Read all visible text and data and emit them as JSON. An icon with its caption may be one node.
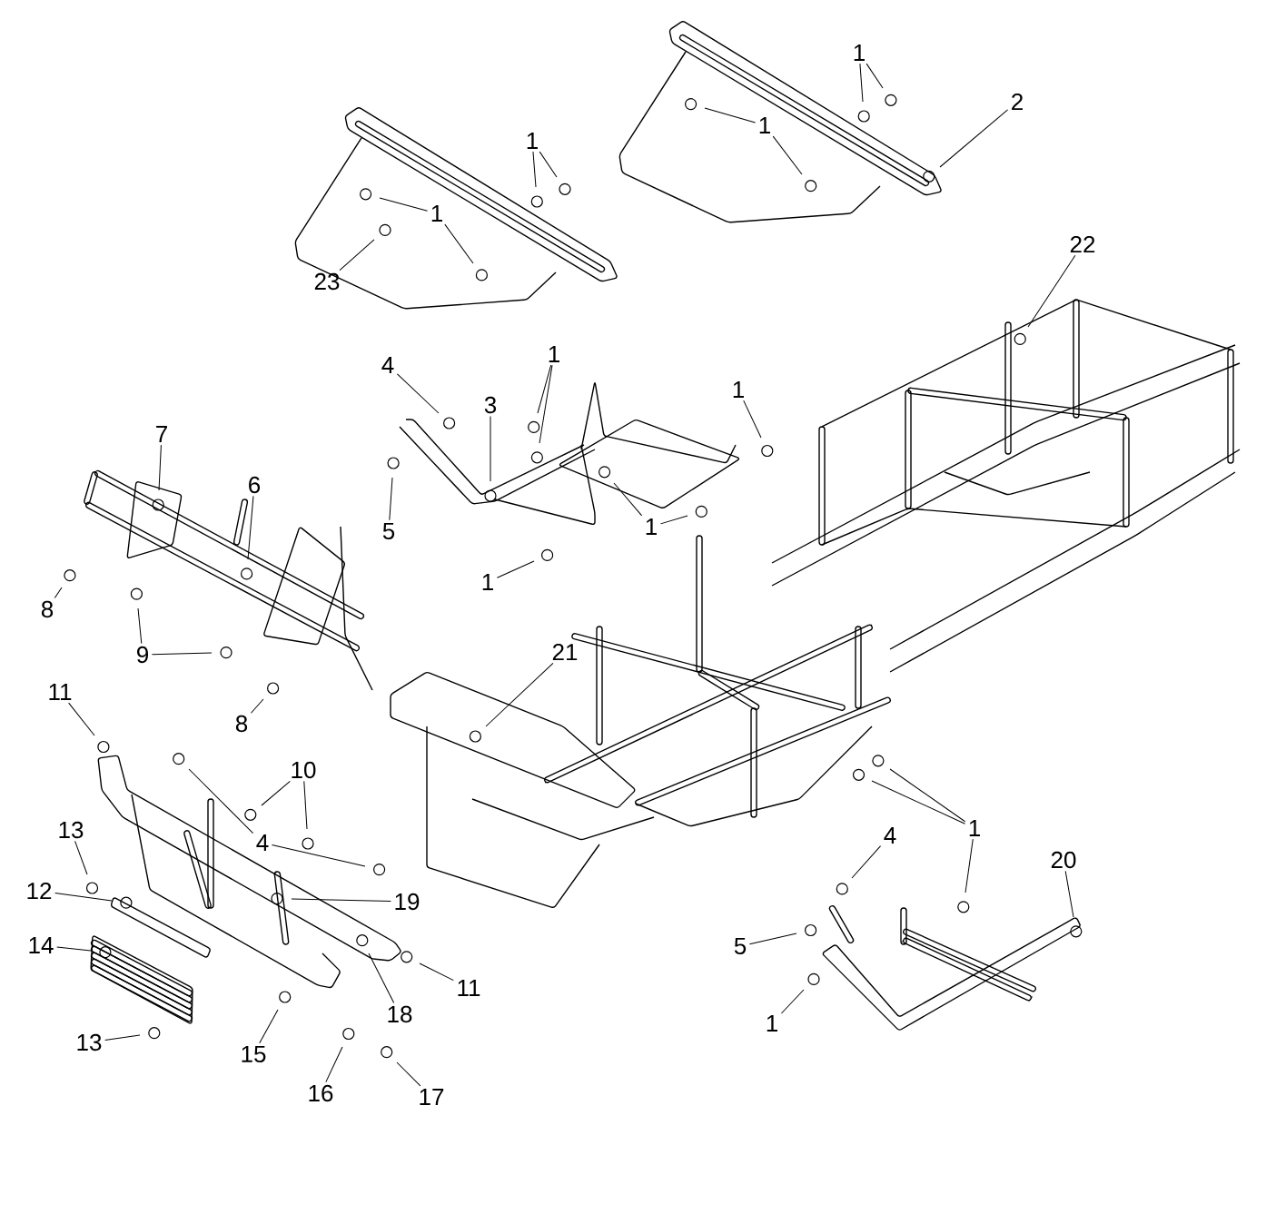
{
  "diagram": {
    "nodes": [
      {
        "text": [
          "1"
        ]
      },
      {
        "text": [
          "1"
        ]
      },
      {
        "text": [
          "2"
        ]
      },
      {
        "text": [
          "1"
        ]
      },
      {
        "text": [
          "1"
        ]
      },
      {
        "text": [
          "23"
        ]
      },
      {
        "text": [
          "22"
        ]
      },
      {
        "text": [
          "4"
        ]
      },
      {
        "text": [
          "1"
        ]
      },
      {
        "text": [
          "1"
        ]
      },
      {
        "text": [
          "3"
        ]
      },
      {
        "text": [
          "7"
        ]
      },
      {
        "text": [
          "6"
        ]
      },
      {
        "text": [
          "5"
        ]
      },
      {
        "text": [
          "1"
        ]
      },
      {
        "text": [
          "1"
        ]
      },
      {
        "text": [
          "8"
        ]
      },
      {
        "text": [
          "9"
        ]
      },
      {
        "text": [
          "21"
        ]
      },
      {
        "text": [
          "11"
        ]
      },
      {
        "text": [
          "8"
        ]
      },
      {
        "text": [
          "10"
        ]
      },
      {
        "text": [
          "4"
        ]
      },
      {
        "text": [
          "1"
        ]
      },
      {
        "text": [
          "13"
        ]
      },
      {
        "text": [
          "4"
        ]
      },
      {
        "text": [
          "20"
        ]
      },
      {
        "text": [
          "12"
        ]
      },
      {
        "text": [
          "19"
        ]
      },
      {
        "text": [
          "14"
        ]
      },
      {
        "text": [
          "5"
        ]
      },
      {
        "text": [
          "11"
        ]
      },
      {
        "text": [
          "18"
        ]
      },
      {
        "text": [
          "1"
        ]
      },
      {
        "text": [
          "13"
        ]
      },
      {
        "text": [
          "15"
        ]
      },
      {
        "text": [
          "16"
        ]
      },
      {
        "text": [
          "17"
        ]
      }
    ],
    "edges": [
      {
        "from": 0,
        "to": null,
        "arrow": "none"
      },
      {
        "from": 0,
        "to": null,
        "arrow": "none"
      },
      {
        "from": 1,
        "to": null,
        "arrow": "none"
      },
      {
        "from": 1,
        "to": null,
        "arrow": "none"
      },
      {
        "from": 2,
        "to": null,
        "arrow": "none"
      },
      {
        "from": 3,
        "to": null,
        "arrow": "none"
      },
      {
        "from": 3,
        "to": null,
        "arrow": "none"
      },
      {
        "from": 4,
        "to": null,
        "arrow": "none"
      },
      {
        "from": 4,
        "to": null,
        "arrow": "none"
      },
      {
        "from": 5,
        "to": null,
        "arrow": "none"
      },
      {
        "from": 6,
        "to": null,
        "arrow": "none"
      },
      {
        "from": 7,
        "to": null,
        "arrow": "none"
      },
      {
        "from": 8,
        "to": null,
        "arrow": "none"
      },
      {
        "from": 8,
        "to": null,
        "arrow": "none"
      },
      {
        "from": 9,
        "to": null,
        "arrow": "none"
      },
      {
        "from": 10,
        "to": null,
        "arrow": "none"
      },
      {
        "from": 11,
        "to": null,
        "arrow": "none"
      },
      {
        "from": 12,
        "to": null,
        "arrow": "none"
      },
      {
        "from": 13,
        "to": null,
        "arrow": "none"
      },
      {
        "from": 14,
        "to": null,
        "arrow": "none"
      },
      {
        "from": 14,
        "to": null,
        "arrow": "none"
      },
      {
        "from": 15,
        "to": null,
        "arrow": "none"
      },
      {
        "from": 16,
        "to": null,
        "arrow": "none"
      },
      {
        "from": 17,
        "to": null,
        "arrow": "none"
      },
      {
        "from": 17,
        "to": null,
        "arrow": "none"
      },
      {
        "from": 18,
        "to": null,
        "arrow": "none"
      },
      {
        "from": 19,
        "to": null,
        "arrow": "none"
      },
      {
        "from": 20,
        "to": null,
        "arrow": "none"
      },
      {
        "from": 21,
        "to": null,
        "arrow": "none"
      },
      {
        "from": 21,
        "to": null,
        "arrow": "none"
      },
      {
        "from": 22,
        "to": null,
        "arrow": "none"
      },
      {
        "from": 22,
        "to": null,
        "arrow": "none"
      },
      {
        "from": 23,
        "to": null,
        "arrow": "none"
      },
      {
        "from": 23,
        "to": null,
        "arrow": "none"
      },
      {
        "from": 23,
        "to": null,
        "arrow": "none"
      },
      {
        "from": 24,
        "to": null,
        "arrow": "none"
      },
      {
        "from": 25,
        "to": null,
        "arrow": "none"
      },
      {
        "from": 26,
        "to": null,
        "arrow": "none"
      },
      {
        "from": 27,
        "to": null,
        "arrow": "none"
      },
      {
        "from": 28,
        "to": null,
        "arrow": "none"
      },
      {
        "from": 29,
        "to": null,
        "arrow": "none"
      },
      {
        "from": 30,
        "to": null,
        "arrow": "none"
      },
      {
        "from": 31,
        "to": null,
        "arrow": "none"
      },
      {
        "from": 32,
        "to": null,
        "arrow": "none"
      },
      {
        "from": 33,
        "to": null,
        "arrow": "none"
      },
      {
        "from": 34,
        "to": null,
        "arrow": "none"
      },
      {
        "from": 35,
        "to": null,
        "arrow": "none"
      },
      {
        "from": 36,
        "to": null,
        "arrow": "none"
      },
      {
        "from": 37,
        "to": null,
        "arrow": "none"
      }
    ]
  }
}
